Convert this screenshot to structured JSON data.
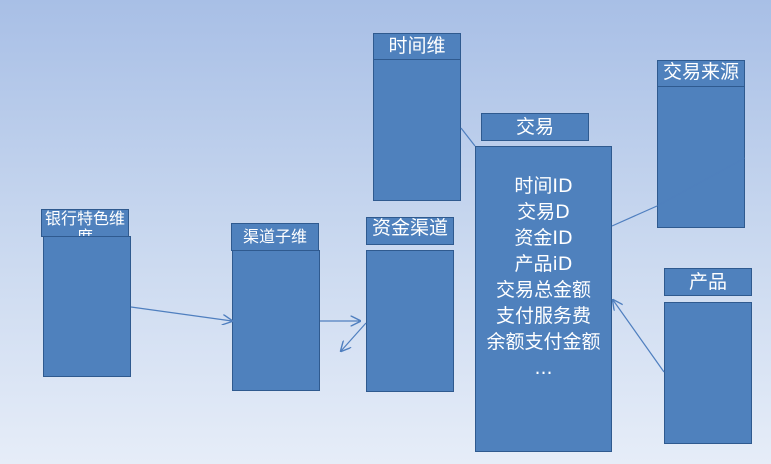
{
  "tables": {
    "time": {
      "title": "时间维"
    },
    "trade": {
      "title": "交易",
      "fields": [
        "时间ID",
        "交易D",
        "资金ID",
        "产品iD",
        "交易总金额",
        "支付服务费",
        "余额支付金额",
        "..."
      ]
    },
    "source": {
      "title": "交易来源"
    },
    "product": {
      "title": "产品"
    },
    "bank": {
      "title": "银行特色维度"
    },
    "channel_sub": {
      "title": "渠道子维"
    },
    "fund_channel": {
      "title": "资金渠道"
    }
  },
  "colors": {
    "box": "#4f81bd",
    "border": "#2f5a8f",
    "line": "#4f7fbf"
  }
}
